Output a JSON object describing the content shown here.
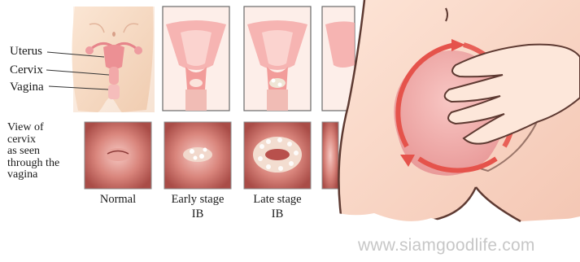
{
  "anatomy_labels": {
    "uterus": "Uterus",
    "cervix": "Cervix",
    "vagina": "Vagina"
  },
  "view_label": "View of\ncervix\nas seen\nthrough the\nvagina",
  "captions": {
    "normal": "Normal",
    "early": "Early stage\nIB",
    "late": "Late stage\nIB"
  },
  "watermark": "www.siamgoodlife.com"
}
